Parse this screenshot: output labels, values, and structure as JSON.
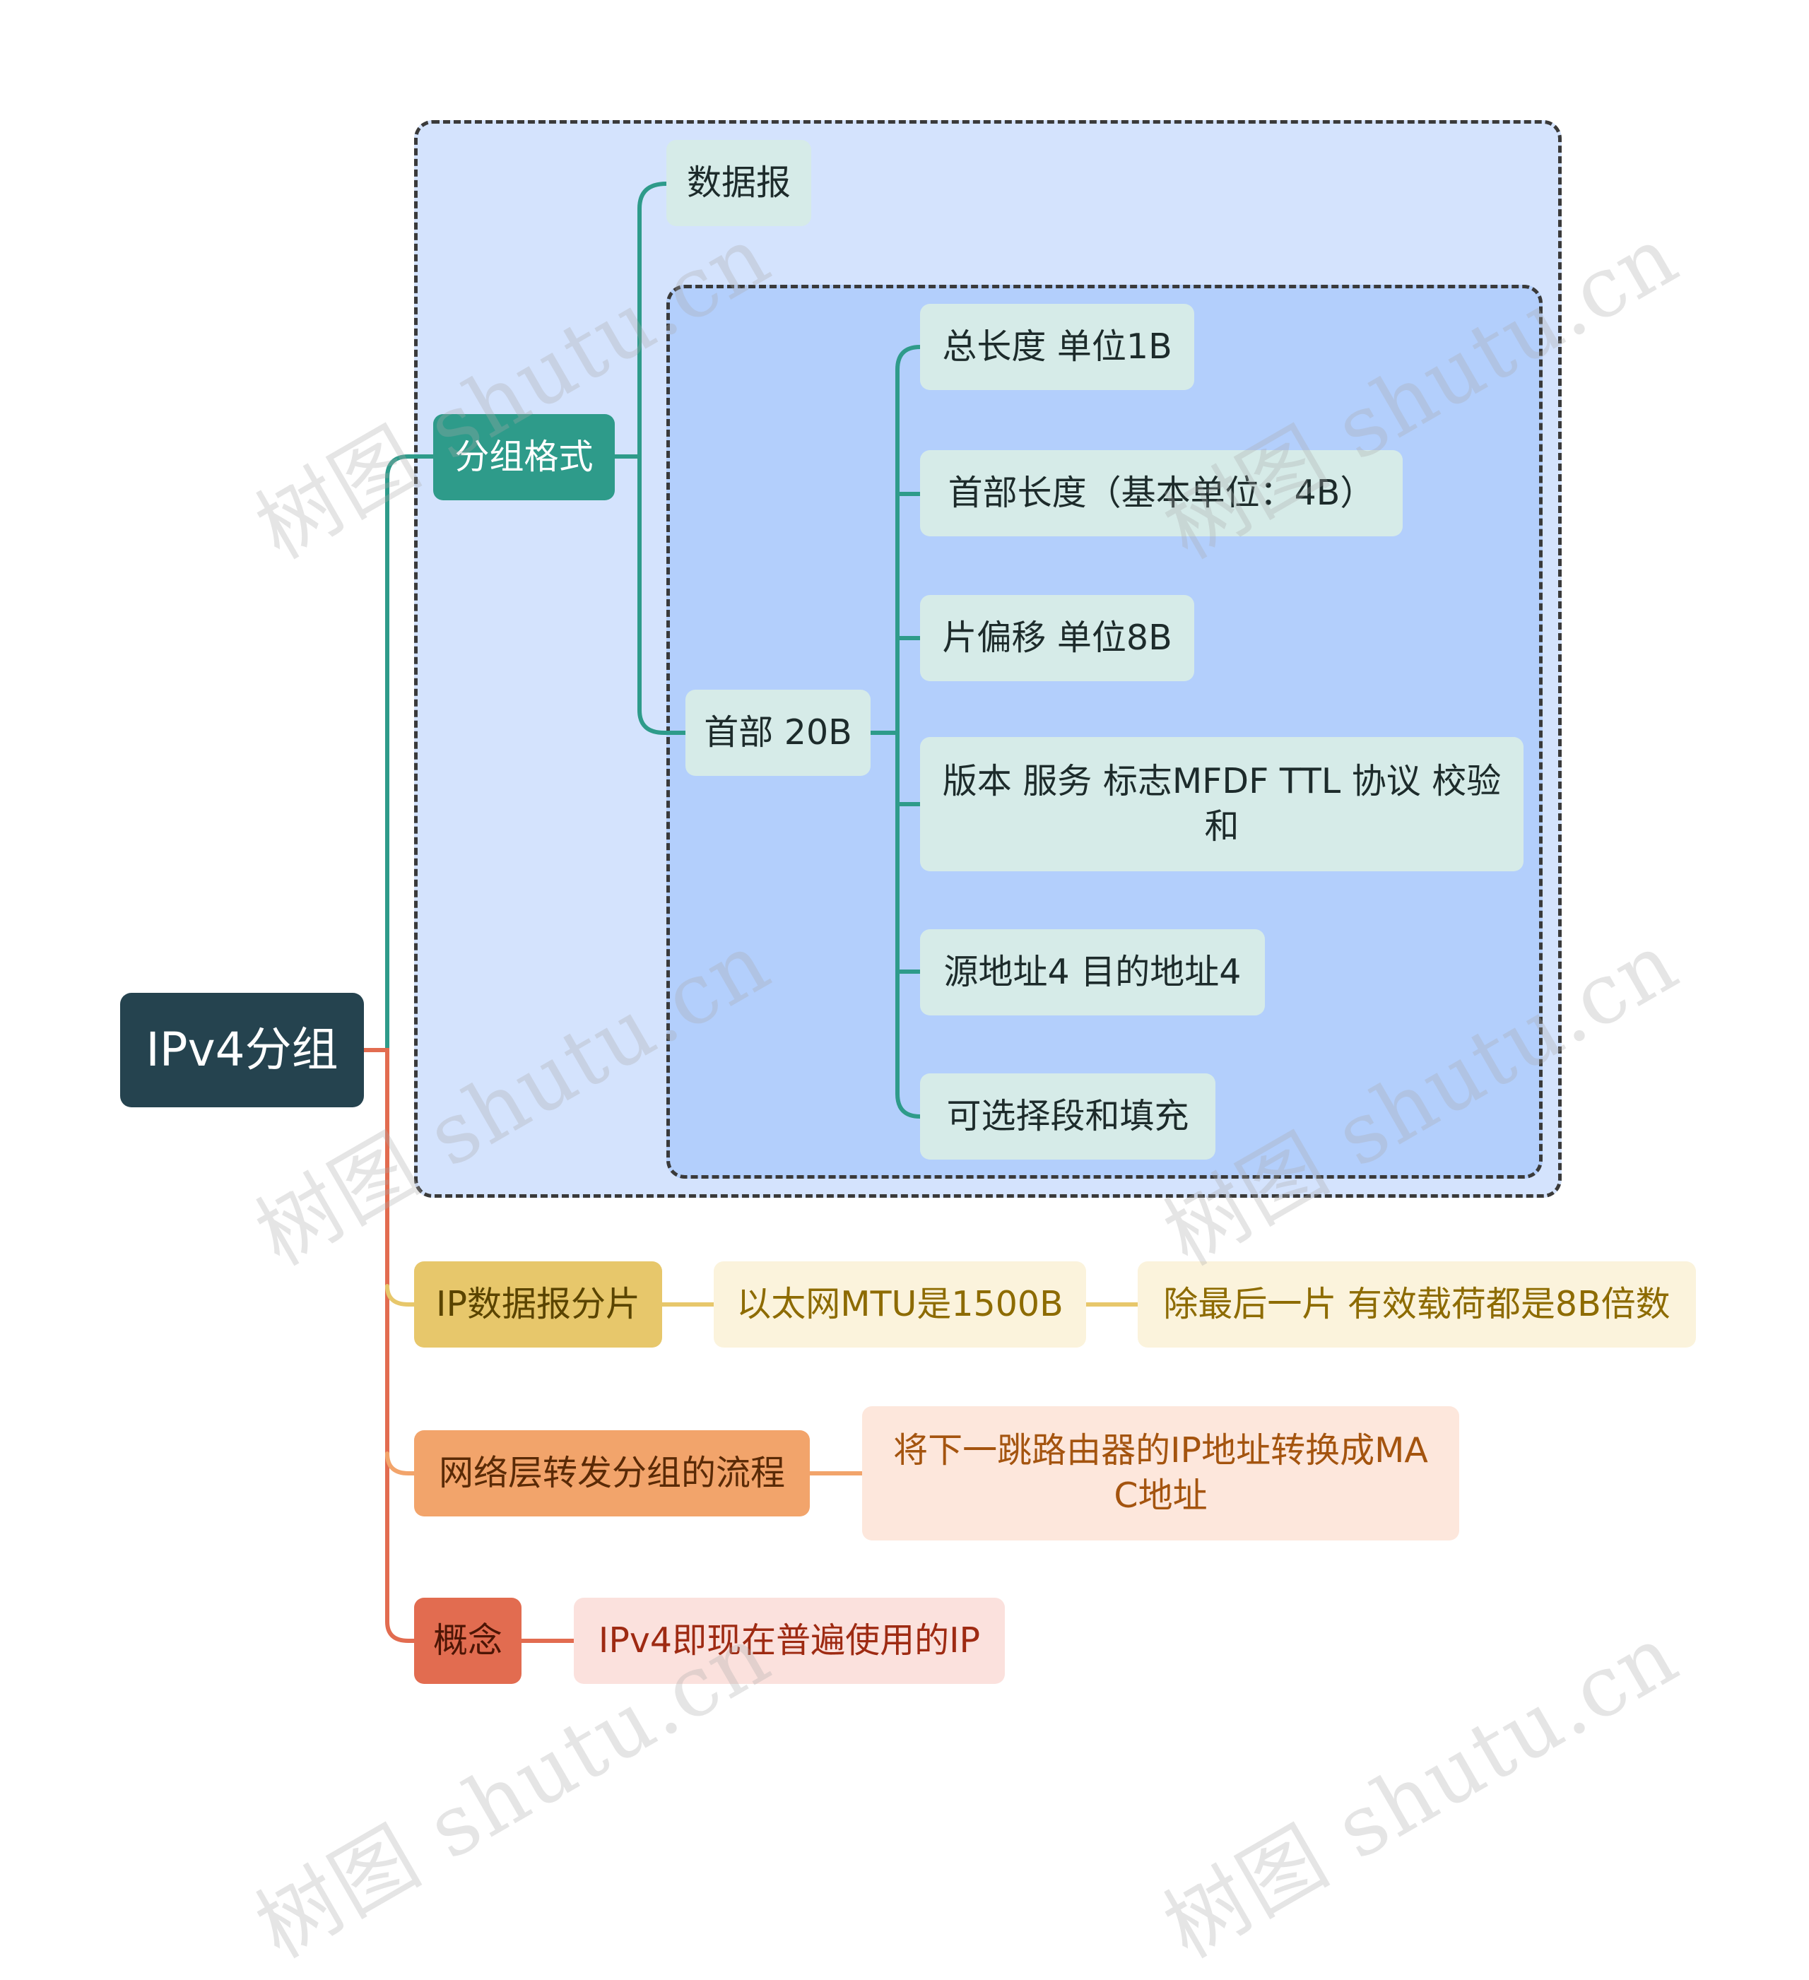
{
  "root": {
    "label": "IPv4分组"
  },
  "format": {
    "label": "分组格式",
    "datagram": "数据报",
    "header": {
      "label": "首部 20B",
      "fields": [
        "总长度 单位1B",
        "首部长度（基本单位：4B）",
        "片偏移 单位8B",
        "版本 服务 标志MFDF TTL 协议 校验和",
        "源地址4 目的地址4",
        "可选择段和填充"
      ]
    }
  },
  "fragment": {
    "label": "IP数据报分片",
    "mtu": "以太网MTU是1500B",
    "payload": "除最后一片 有效载荷都是8B倍数"
  },
  "forward": {
    "label": "网络层转发分组的流程",
    "detail": "将下一跳路由器的IP地址转换成MAC地址"
  },
  "concept": {
    "label": "概念",
    "detail": "IPv4即现在普遍使用的IP"
  },
  "watermark": "树图 shutu.cn",
  "colors": {
    "root": "#25434f",
    "teal": "#2e9b8a",
    "yellow": "#e7c76b",
    "orange": "#f2a46b",
    "red": "#e26c50",
    "outer_group": "#d4e3fd",
    "inner_group": "#b3cffc"
  }
}
